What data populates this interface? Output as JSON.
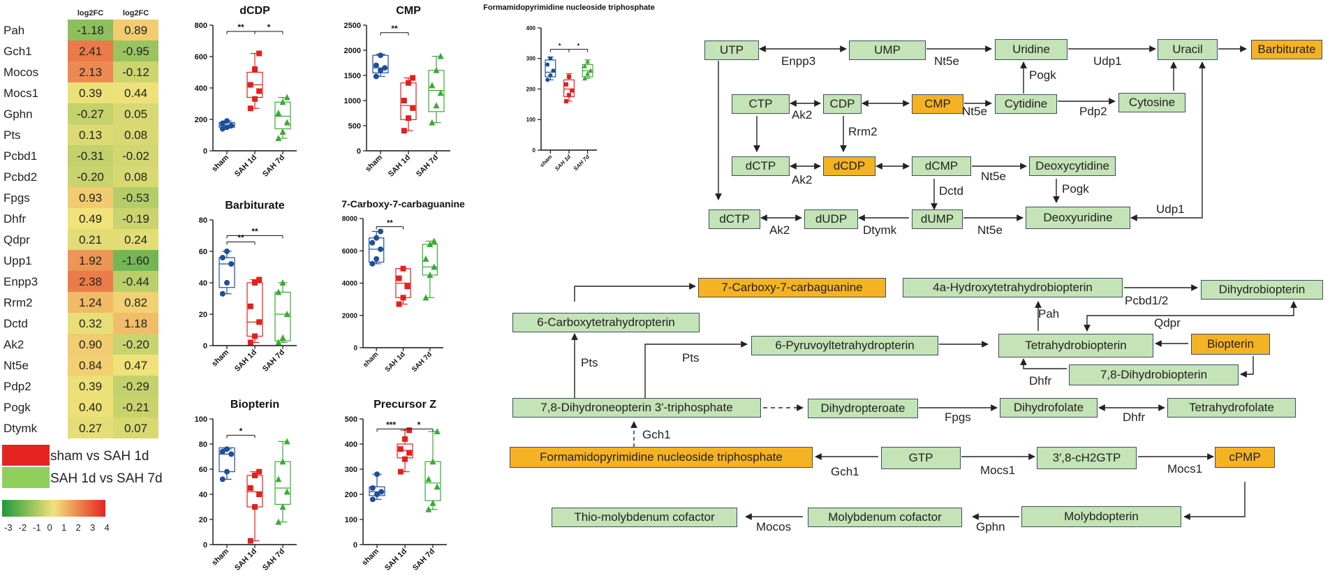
{
  "heatmap": {
    "col_headers": [
      "log2FC",
      "log2FC"
    ],
    "genes": [
      "Pah",
      "Gch1",
      "Mocos",
      "Mocs1",
      "Gphn",
      "Pts",
      "Pcbd1",
      "Pcbd2",
      "Fpgs",
      "Dhfr",
      "Qdpr",
      "Upp1",
      "Enpp3",
      "Rrm2",
      "Dctd",
      "Ak2",
      "Nt5e",
      "Pdp2",
      "Pogk",
      "Dtymk"
    ],
    "col1": [
      "-1.18",
      "2.41",
      "2.13",
      "0.39",
      "-0.27",
      "0.13",
      "-0.31",
      "-0.20",
      "0.93",
      "0.49",
      "0.21",
      "1.92",
      "2.38",
      "1.24",
      "0.32",
      "0.90",
      "0.84",
      "0.39",
      "0.40",
      "0.27"
    ],
    "col2": [
      "0.89",
      "-0.95",
      "-0.12",
      "0.44",
      "0.05",
      "0.08",
      "-0.02",
      "0.08",
      "-0.53",
      "-0.19",
      "0.24",
      "-1.60",
      "-0.44",
      "0.82",
      "1.18",
      "-0.20",
      "0.47",
      "-0.29",
      "-0.21",
      "0.07"
    ],
    "legend": [
      {
        "label": "sham vs SAH 1d",
        "color": "#e52421"
      },
      {
        "label": "SAH 1d vs SAH 7d",
        "color": "#8fcf5c"
      }
    ],
    "scale_ticks": [
      "-3",
      "-2",
      "-1",
      "0",
      "1",
      "2",
      "3",
      "4"
    ],
    "scale_colors": [
      "#1e9a3c",
      "#f3e27a",
      "#e52421"
    ]
  },
  "chart_data": [
    {
      "type": "box",
      "title": "dCDP",
      "categories": [
        "sham",
        "SAH 1d",
        "SAH 7d"
      ],
      "ylim": [
        0,
        800
      ],
      "yticks": [
        0,
        200,
        400,
        600,
        800
      ],
      "boxes": [
        {
          "q1": 150,
          "med": 160,
          "q3": 180,
          "min": 145,
          "max": 190
        },
        {
          "q1": 340,
          "med": 420,
          "q3": 500,
          "min": 270,
          "max": 620
        },
        {
          "q1": 140,
          "med": 220,
          "q3": 310,
          "min": 80,
          "max": 340
        }
      ],
      "points": [
        [
          140,
          150,
          160,
          175,
          190
        ],
        [
          270,
          330,
          380,
          420,
          520,
          620
        ],
        [
          80,
          120,
          180,
          240,
          310,
          340
        ]
      ],
      "colors": [
        "#1f4e9a",
        "#e0211e",
        "#3aaa35"
      ],
      "markers": [
        "circle",
        "square",
        "triangle"
      ],
      "sig": [
        {
          "from": 0,
          "to": 1,
          "label": "**",
          "y": 760
        },
        {
          "from": 1,
          "to": 2,
          "label": "*",
          "y": 760
        }
      ]
    },
    {
      "type": "box",
      "title": "CMP",
      "categories": [
        "sham",
        "SAH 1d",
        "SAH 7d"
      ],
      "ylim": [
        0,
        2500
      ],
      "yticks": [
        0,
        500,
        1000,
        1500,
        2000,
        2500
      ],
      "boxes": [
        {
          "q1": 1550,
          "med": 1650,
          "q3": 1900,
          "min": 1480,
          "max": 1920
        },
        {
          "q1": 620,
          "med": 900,
          "q3": 1350,
          "min": 400,
          "max": 1450
        },
        {
          "q1": 780,
          "med": 1200,
          "q3": 1600,
          "min": 560,
          "max": 1880
        }
      ],
      "points": [
        [
          1480,
          1600,
          1650,
          1700,
          1900
        ],
        [
          400,
          650,
          850,
          1000,
          1350,
          1450
        ],
        [
          560,
          900,
          1150,
          1300,
          1600,
          1880
        ]
      ],
      "colors": [
        "#1f4e9a",
        "#e0211e",
        "#3aaa35"
      ],
      "markers": [
        "circle",
        "square",
        "triangle"
      ],
      "sig": [
        {
          "from": 0,
          "to": 1,
          "label": "**",
          "y": 2350
        }
      ]
    },
    {
      "type": "box",
      "title": "Barbiturate",
      "categories": [
        "sham",
        "SAH 1d",
        "SAH 7d"
      ],
      "ylim": [
        0,
        80
      ],
      "yticks": [
        0,
        20,
        40,
        60,
        80
      ],
      "boxes": [
        {
          "q1": 37,
          "med": 52,
          "q3": 56,
          "min": 33,
          "max": 60
        },
        {
          "q1": 6,
          "med": 15,
          "q3": 40,
          "min": 2,
          "max": 42
        },
        {
          "q1": 3,
          "med": 20,
          "q3": 34,
          "min": 2,
          "max": 40
        }
      ],
      "points": [
        [
          33,
          40,
          52,
          56,
          60
        ],
        [
          2,
          6,
          15,
          25,
          40,
          42
        ],
        [
          2,
          5,
          20,
          34,
          40
        ]
      ],
      "colors": [
        "#1f4e9a",
        "#e0211e",
        "#3aaa35"
      ],
      "markers": [
        "circle",
        "square",
        "triangle"
      ],
      "sig": [
        {
          "from": 0,
          "to": 1,
          "label": "**",
          "y": 66
        },
        {
          "from": 0,
          "to": 2,
          "label": "**",
          "y": 70
        }
      ]
    },
    {
      "type": "box",
      "title": "7-Carboxy-7-carbaguanine",
      "categories": [
        "sham",
        "SAH 1d",
        "SAH 7d"
      ],
      "ylim": [
        0,
        8000
      ],
      "yticks": [
        0,
        2000,
        4000,
        6000,
        8000
      ],
      "boxes": [
        {
          "q1": 5300,
          "med": 6100,
          "q3": 6800,
          "min": 5200,
          "max": 7200
        },
        {
          "q1": 3100,
          "med": 4000,
          "q3": 4900,
          "min": 2700,
          "max": 4900
        },
        {
          "q1": 4500,
          "med": 5000,
          "q3": 6400,
          "min": 3100,
          "max": 6600
        }
      ],
      "points": [
        [
          5200,
          5500,
          6100,
          6500,
          6800,
          7200
        ],
        [
          2700,
          3100,
          3800,
          4300,
          4900
        ],
        [
          3100,
          4500,
          5000,
          5500,
          6400,
          6600
        ]
      ],
      "colors": [
        "#1f4e9a",
        "#e0211e",
        "#3aaa35"
      ],
      "markers": [
        "circle",
        "square",
        "triangle"
      ],
      "sig": [
        {
          "from": 0,
          "to": 1,
          "label": "**",
          "y": 7500
        }
      ]
    },
    {
      "type": "box",
      "title": "Formamidopyrimidine nucleoside triphosphate",
      "categories": [
        "sham",
        "SAH 1d",
        "SAH 7d"
      ],
      "ylim": [
        0,
        400
      ],
      "yticks": [
        0,
        100,
        200,
        300,
        400
      ],
      "boxes": [
        {
          "q1": 240,
          "med": 255,
          "q3": 295,
          "min": 230,
          "max": 305
        },
        {
          "q1": 175,
          "med": 200,
          "q3": 230,
          "min": 160,
          "max": 250
        },
        {
          "q1": 240,
          "med": 260,
          "q3": 280,
          "min": 235,
          "max": 295
        }
      ],
      "points": [
        [
          230,
          245,
          260,
          280,
          300
        ],
        [
          160,
          180,
          195,
          215,
          240
        ],
        [
          235,
          250,
          260,
          275,
          290
        ]
      ],
      "colors": [
        "#1f4e9a",
        "#e0211e",
        "#3aaa35"
      ],
      "markers": [
        "circle",
        "square",
        "triangle"
      ],
      "sig": [
        {
          "from": 0,
          "to": 1,
          "label": "*",
          "y": 330
        },
        {
          "from": 1,
          "to": 2,
          "label": "*",
          "y": 330
        }
      ]
    },
    {
      "type": "box",
      "title": "Biopterin",
      "categories": [
        "sham",
        "SAH 1d",
        "SAH 7d"
      ],
      "ylim": [
        0,
        100
      ],
      "yticks": [
        0,
        20,
        40,
        60,
        80,
        100
      ],
      "boxes": [
        {
          "q1": 58,
          "med": 72,
          "q3": 77,
          "min": 52,
          "max": 76
        },
        {
          "q1": 30,
          "med": 42,
          "q3": 55,
          "min": 3,
          "max": 58
        },
        {
          "q1": 32,
          "med": 45,
          "q3": 66,
          "min": 18,
          "max": 82
        }
      ],
      "points": [
        [
          52,
          58,
          72,
          74,
          76
        ],
        [
          3,
          30,
          40,
          45,
          55,
          58
        ],
        [
          18,
          30,
          42,
          52,
          66,
          82
        ]
      ],
      "colors": [
        "#1f4e9a",
        "#e0211e",
        "#3aaa35"
      ],
      "markers": [
        "circle",
        "square",
        "triangle"
      ],
      "sig": [
        {
          "from": 0,
          "to": 1,
          "label": "*",
          "y": 87
        }
      ]
    },
    {
      "type": "box",
      "title": "Precursor Z",
      "categories": [
        "sham",
        "SAH 1d",
        "SAH 7d"
      ],
      "ylim": [
        0,
        500
      ],
      "yticks": [
        0,
        100,
        200,
        300,
        400,
        500
      ],
      "boxes": [
        {
          "q1": 195,
          "med": 210,
          "q3": 230,
          "min": 180,
          "max": 280
        },
        {
          "q1": 345,
          "med": 375,
          "q3": 400,
          "min": 290,
          "max": 455
        },
        {
          "q1": 175,
          "med": 245,
          "q3": 330,
          "min": 140,
          "max": 450
        }
      ],
      "points": [
        [
          180,
          200,
          210,
          225,
          280
        ],
        [
          290,
          340,
          365,
          380,
          420,
          455
        ],
        [
          140,
          165,
          230,
          260,
          330,
          450
        ]
      ],
      "colors": [
        "#1f4e9a",
        "#e0211e",
        "#3aaa35"
      ],
      "markers": [
        "circle",
        "square",
        "triangle"
      ],
      "sig": [
        {
          "from": 0,
          "to": 1,
          "label": "***",
          "y": 460
        },
        {
          "from": 1,
          "to": 2,
          "label": "*",
          "y": 460
        }
      ]
    }
  ],
  "pathway": {
    "nodes": {
      "UTP": "UTP",
      "UMP": "UMP",
      "Uridine": "Uridine",
      "Uracil": "Uracil",
      "Barbiturate": "Barbiturate",
      "CTP": "CTP",
      "CDP": "CDP",
      "CMP": "CMP",
      "Cytidine": "Cytidine",
      "Cytosine": "Cytosine",
      "dCTP1": "dCTP",
      "dCDP": "dCDP",
      "dCMP": "dCMP",
      "Deoxycytidine": "Deoxycytidine",
      "dCTP2": "dCTP",
      "dUDP": "dUDP",
      "dUMP": "dUMP",
      "Deoxyuridine": "Deoxyuridine",
      "CarboxyCarbaguanine": "7-Carboxy-7-carbaguanine",
      "HydroxyTHB": "4a-Hydroxytetrahydrobiopterin",
      "Dihydrobiopterin": "Dihydrobiopterin",
      "CarboxyTHP": "6-Carboxytetrahydropterin",
      "PyruvoylTHP": "6-Pyruvoyltetrahydropterin",
      "Tetrahydrobiopterin": "Tetrahydrobiopterin",
      "Biopterin": "Biopterin",
      "DHB78": "7,8-Dihydrobiopterin",
      "Dihydroneopterin": "7,8-Dihydroneopterin 3'-triphosphate",
      "Dihydropteroate": "Dihydropteroate",
      "Dihydrofolate": "Dihydrofolate",
      "Tetrahydrofolate": "Tetrahydrofolate",
      "Formamido": "Formamidopyrimidine nucleoside triphosphate",
      "GTP": "GTP",
      "cH2GTP": "3′,8-cH2GTP",
      "cPMP": "cPMP",
      "ThioMoco": "Thio-molybdenum cofactor",
      "Moco": "Molybdenum cofactor",
      "Molybdopterin": "Molybdopterin"
    },
    "enzymes": {
      "Enpp3": "Enpp3",
      "Nt5e_a": "Nt5e",
      "Udp1_a": "Udp1",
      "Pogk_a": "Pogk",
      "Ak2_a": "Ak2",
      "Nt5e_b": "Nt5e",
      "Pdp2": "Pdp2",
      "Rrm2": "Rrm2",
      "Ak2_b": "Ak2",
      "Nt5e_c": "Nt5e",
      "Pogk_b": "Pogk",
      "Dctd": "Dctd",
      "Ak2_c": "Ak2",
      "Dtymk": "Dtymk",
      "Nt5e_d": "Nt5e",
      "Udp1_b": "Udp1",
      "Pcbd12": "Pcbd1/2",
      "Pah": "Pah",
      "Qdpr": "Qdpr",
      "Pts_a": "Pts",
      "Pts_b": "Pts",
      "Dhfr_a": "Dhfr",
      "Fpgs": "Fpgs",
      "Dhfr_b": "Dhfr",
      "Gch1_a": "Gch1",
      "Gch1_b": "Gch1",
      "Mocs1_a": "Mocs1",
      "Mocs1_b": "Mocs1",
      "Mocos": "Mocos",
      "Gphn": "Gphn"
    }
  }
}
